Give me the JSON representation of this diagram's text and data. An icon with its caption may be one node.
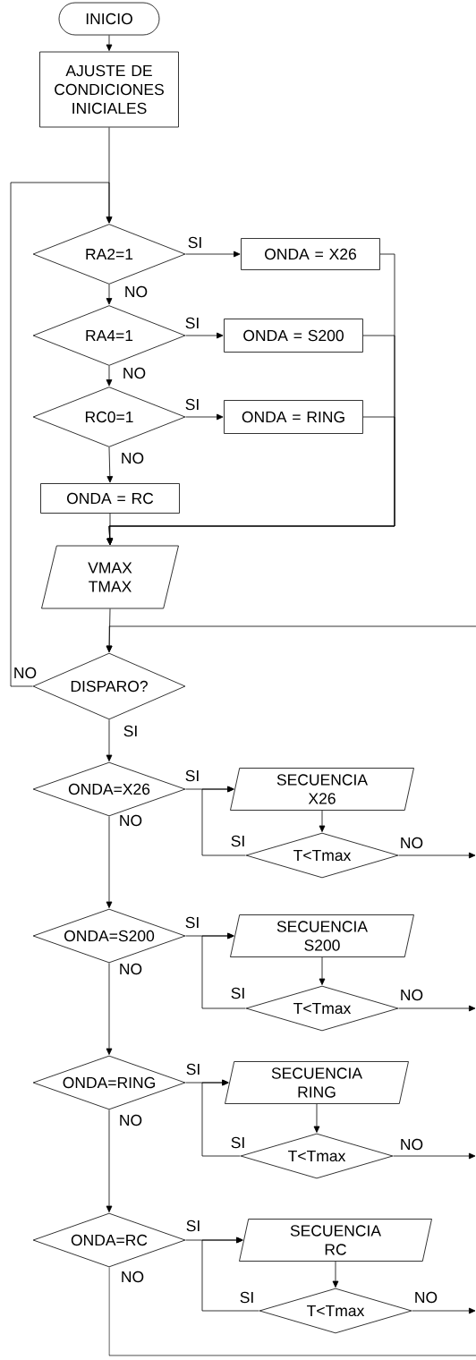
{
  "diagram": {
    "nodes": [
      {
        "text": [
          "INICIO"
        ]
      },
      {
        "text": [
          "AJUSTE DE CONDICIONES INICIALES"
        ]
      },
      {
        "text": [
          "RA2=1"
        ]
      },
      {
        "text": [
          "ONDA = X26"
        ]
      },
      {
        "text": [
          "RA4=1"
        ]
      },
      {
        "text": [
          "ONDA = S200"
        ]
      },
      {
        "text": [
          "RC0=1"
        ]
      },
      {
        "text": [
          "ONDA = RING"
        ]
      },
      {
        "text": [
          "ONDA = RC"
        ]
      },
      {
        "text": [
          "VMAX TMAX"
        ]
      },
      {
        "text": [
          "DISPARO?"
        ]
      },
      {
        "text": [
          "ONDA=X26"
        ]
      },
      {
        "text": [
          "SECUENCIA X26"
        ]
      },
      {
        "text": [
          "T<Tmax"
        ]
      },
      {
        "text": [
          "ONDA=S200"
        ]
      },
      {
        "text": [
          "SECUENCIA S200"
        ]
      },
      {
        "text": [
          "T<Tmax"
        ]
      },
      {
        "text": [
          "ONDA=RING"
        ]
      },
      {
        "text": [
          "SECUENCIA RING"
        ]
      },
      {
        "text": [
          "T<Tmax"
        ]
      },
      {
        "text": [
          "ONDA=RC"
        ]
      },
      {
        "text": [
          "SECUENCIA RC"
        ]
      },
      {
        "text": [
          "T<Tmax"
        ]
      }
    ],
    "edges": [
      {
        "from": 0,
        "to": 1,
        "arrow": "to"
      },
      {
        "from": 1,
        "to": 2,
        "arrow": "to"
      },
      {
        "from": 2,
        "to": 3,
        "arrow": "to",
        "label": "SI"
      },
      {
        "from": 2,
        "to": 4,
        "arrow": "to",
        "label": "NO"
      },
      {
        "from": 4,
        "to": 5,
        "arrow": "to",
        "label": "SI"
      },
      {
        "from": 4,
        "to": 6,
        "arrow": "to",
        "label": "NO"
      },
      {
        "from": 6,
        "to": 7,
        "arrow": "to",
        "label": "SI"
      },
      {
        "from": 6,
        "to": 8,
        "arrow": "to",
        "label": "NO"
      },
      {
        "from": 3,
        "to": 9,
        "arrow": "to"
      },
      {
        "from": 5,
        "to": 9,
        "arrow": "to"
      },
      {
        "from": 7,
        "to": 9,
        "arrow": "to"
      },
      {
        "from": 8,
        "to": 9,
        "arrow": "to"
      },
      {
        "from": 9,
        "to": 10,
        "arrow": "to"
      },
      {
        "from": null,
        "to": 10,
        "arrow": "to"
      },
      {
        "from": 10,
        "to": 2,
        "arrow": "to",
        "label": "NO"
      },
      {
        "from": 10,
        "to": 11,
        "arrow": "to",
        "label": "SI"
      },
      {
        "from": 11,
        "to": 12,
        "arrow": "to",
        "label": "SI"
      },
      {
        "from": 11,
        "to": 14,
        "arrow": "to",
        "label": "NO"
      },
      {
        "from": 12,
        "to": 13,
        "arrow": "to"
      },
      {
        "from": 13,
        "to": 12,
        "arrow": "to",
        "label": "SI"
      },
      {
        "from": 13,
        "to": null,
        "arrow": "to",
        "label": "NO"
      },
      {
        "from": 14,
        "to": 15,
        "arrow": "to",
        "label": "SI"
      },
      {
        "from": 14,
        "to": 17,
        "arrow": "to",
        "label": "NO"
      },
      {
        "from": 15,
        "to": 16,
        "arrow": "to"
      },
      {
        "from": 16,
        "to": 15,
        "arrow": "to",
        "label": "SI"
      },
      {
        "from": 16,
        "to": null,
        "arrow": "to",
        "label": "NO"
      },
      {
        "from": 17,
        "to": 18,
        "arrow": "to",
        "label": "SI"
      },
      {
        "from": 17,
        "to": 20,
        "arrow": "to",
        "label": "NO"
      },
      {
        "from": 18,
        "to": 19,
        "arrow": "to"
      },
      {
        "from": 19,
        "to": 18,
        "arrow": "to",
        "label": "SI"
      },
      {
        "from": 19,
        "to": null,
        "arrow": "to",
        "label": "NO"
      },
      {
        "from": 20,
        "to": 21,
        "arrow": "to",
        "label": "SI"
      },
      {
        "from": 20,
        "to": null,
        "arrow": "none",
        "label": "NO"
      },
      {
        "from": 21,
        "to": 22,
        "arrow": "to"
      },
      {
        "from": 22,
        "to": 21,
        "arrow": "to",
        "label": "SI"
      },
      {
        "from": 22,
        "to": null,
        "arrow": "to",
        "label": "NO"
      }
    ]
  }
}
